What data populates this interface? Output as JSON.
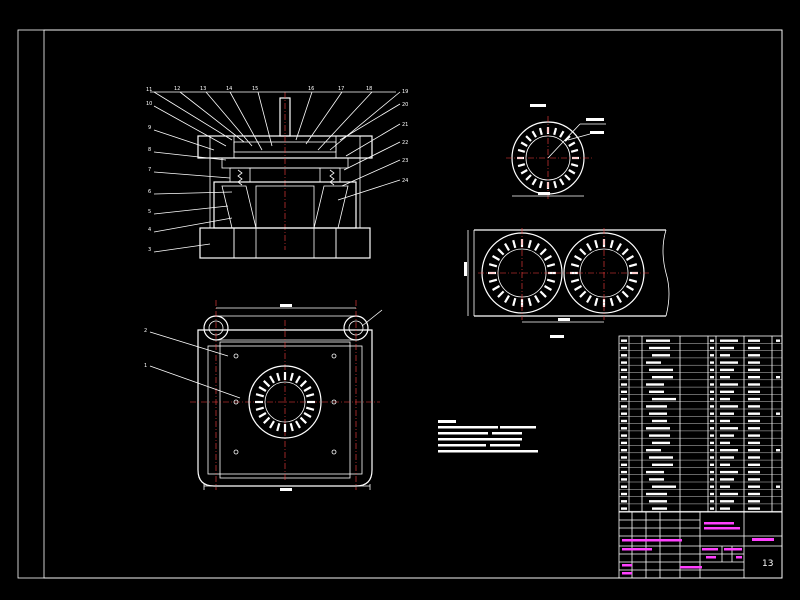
{
  "section_view": {
    "callouts_left": [
      "11",
      "10",
      "9",
      "8",
      "7",
      "6",
      "5",
      "4",
      "3"
    ],
    "callouts_top": [
      "12",
      "13",
      "14",
      "15",
      "16",
      "17",
      "18"
    ],
    "callouts_right": [
      "19",
      "20",
      "21",
      "22",
      "23",
      "24"
    ]
  },
  "plan_view": {
    "callouts": [
      "2",
      "1"
    ]
  },
  "blank_part_label": "",
  "layout_label": "",
  "sheet_number": "13",
  "colors": {
    "background": "#000000",
    "outline": "#ffffff",
    "centerline": "#ff4040",
    "title_block_text": "#ff40ff",
    "dimension": "#d8d800"
  }
}
